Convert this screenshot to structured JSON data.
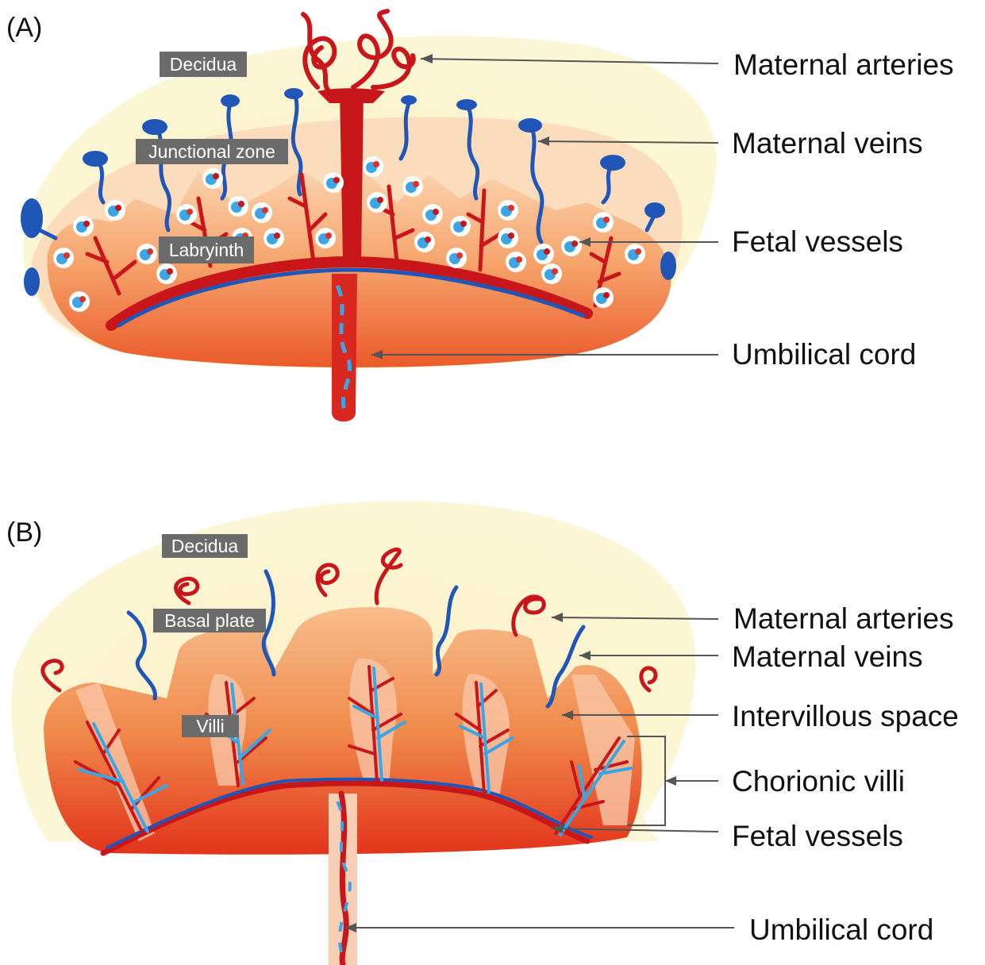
{
  "panel_a": {
    "letter": "(A)",
    "tags": {
      "decidua": "Decidua",
      "junctional_zone": "Junctional zone",
      "labyrinth": "Labryinth"
    },
    "callouts": {
      "maternal_arteries": "Maternal arteries",
      "maternal_veins": "Maternal veins",
      "fetal_vessels": "Fetal vessels",
      "umbilical_cord": "Umbilical cord"
    }
  },
  "panel_b": {
    "letter": "(B)",
    "tags": {
      "decidua": "Decidua",
      "basal_plate": "Basal plate",
      "villi": "Villi"
    },
    "callouts": {
      "maternal_arteries": "Maternal arteries",
      "maternal_veins": "Maternal veins",
      "intervillous_space": "Intervillous space",
      "chorionic_villi": "Chorionic villi",
      "fetal_vessels": "Fetal vessels",
      "umbilical_cord": "Umbilical cord"
    }
  },
  "colors": {
    "decidua": "#fbf6cf",
    "tissue_light": "#f9c9a0",
    "tissue": "#f2965a",
    "tissue_dark": "#e44d22",
    "artery": "#c8161b",
    "vein": "#1f56b8",
    "fetal_blue": "#3aa6e6",
    "label_box": "#6b6b6b"
  }
}
